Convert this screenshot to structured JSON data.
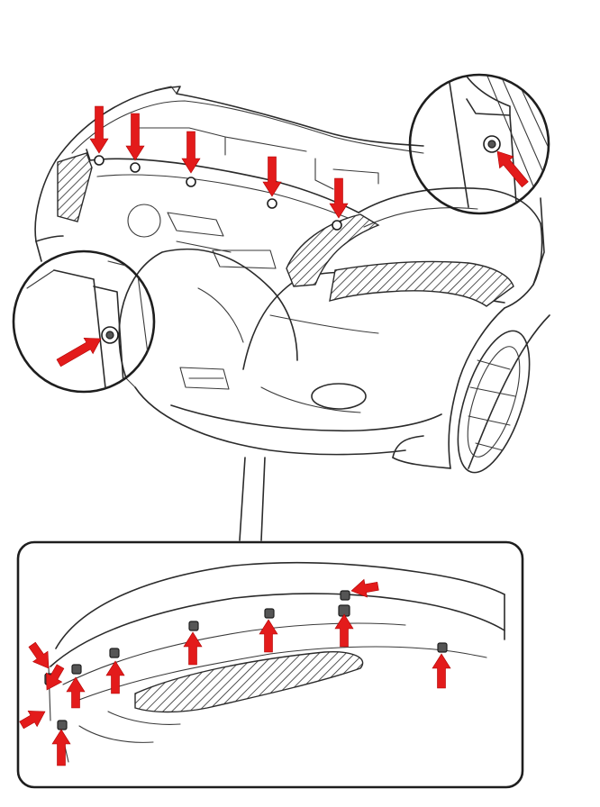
{
  "diagram": {
    "colors": {
      "arrow": "#e31b1b",
      "line": "#2b2b2b",
      "background": "#ffffff"
    },
    "views": [
      {
        "name": "front-bumper-top-view",
        "fastener_count": 6
      },
      {
        "name": "detail-inset-right",
        "fastener_count": 1
      },
      {
        "name": "detail-inset-left",
        "fastener_count": 1
      },
      {
        "name": "under-view-inset",
        "fastener_count": 12
      }
    ],
    "icons": [
      "red-arrow-icon",
      "clip-fastener-icon",
      "bolt-icon"
    ]
  }
}
